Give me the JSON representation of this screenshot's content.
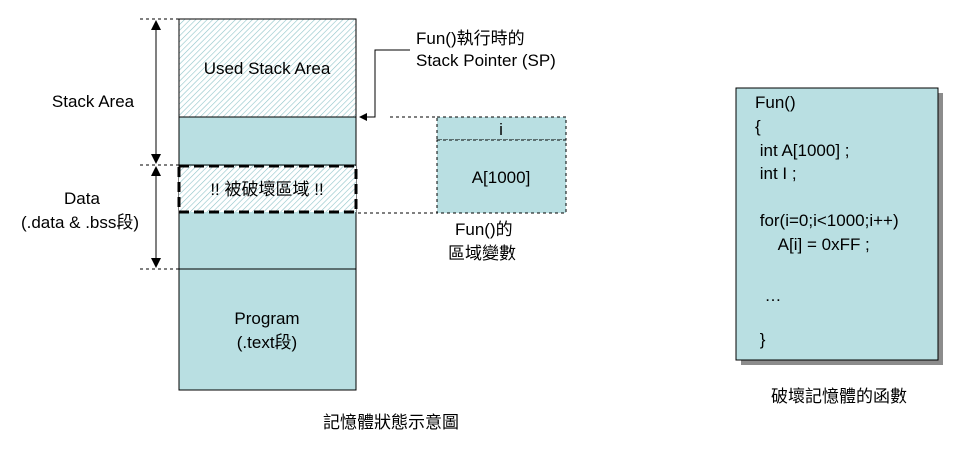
{
  "memory_diagram": {
    "used_stack_label": "Used Stack Area",
    "stack_area_label": "Stack Area",
    "data_label_line1": "Data",
    "data_label_line2": "(.data & .bss段)",
    "destroyed_region_label": "!! 被破壞區域 !!",
    "program_label_line1": "Program",
    "program_label_line2": "(.text段)",
    "sp_label_line1": "Fun()執行時的",
    "sp_label_line2": "Stack Pointer (SP)",
    "var_i_label": "i",
    "var_a_label": "A[1000]",
    "locals_caption_line1": "Fun()的",
    "locals_caption_line2": "區域變數",
    "caption": "記憶體狀態示意圖"
  },
  "code_box": {
    "lines": [
      "Fun()",
      "{",
      " int A[1000] ;",
      " int I ;",
      "",
      " for(i=0;i<1000;i++)",
      "     A[i] = 0xFF ;",
      "",
      "  …",
      "",
      " }"
    ],
    "caption": "破壞記憶體的函數"
  },
  "colors": {
    "memory_fill": "#b9dfe2",
    "hatch_line": "#8fc4c9",
    "shadow": "#8c8c8c"
  }
}
